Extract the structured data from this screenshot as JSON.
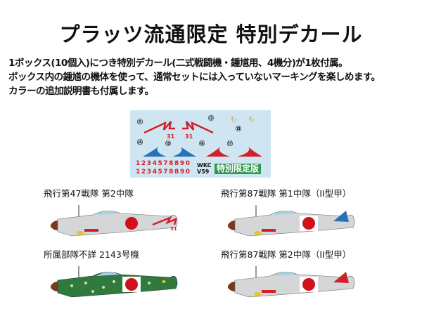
{
  "title": "プラッツ流通限定 特別デカール",
  "description": [
    "1ボックス(10個入)につき特別デカール(二式戦闘機・鍾馗用、4機分)が1枚付属。",
    "ボックス内の鍾馗の機体を使って、通常セットには入っていないマーキングを楽しめます。",
    "カラーの追加説明書も付属します。"
  ],
  "decal": {
    "markers": [
      "⑪",
      "⑫",
      "⑬",
      "⑭",
      "⑮",
      "⑯",
      "⑰"
    ],
    "tail_number": "31",
    "kana": "も",
    "digits": "1234578890",
    "code": "WKC",
    "code2": "V59",
    "badge": "特別限定版",
    "colors": {
      "red": "#d0202a",
      "blue": "#2a72b8",
      "sheet": "#cfe6f2",
      "green": "#2a9a4a"
    }
  },
  "aircraft": [
    {
      "caption": "飛行第47戦隊 第2中隊"
    },
    {
      "caption": "飛行第87戦隊 第1中隊（II型甲）"
    },
    {
      "caption": "所属部隊不詳 2143号機"
    },
    {
      "caption": "飛行第87戦隊 第2中隊（II型甲）"
    }
  ]
}
